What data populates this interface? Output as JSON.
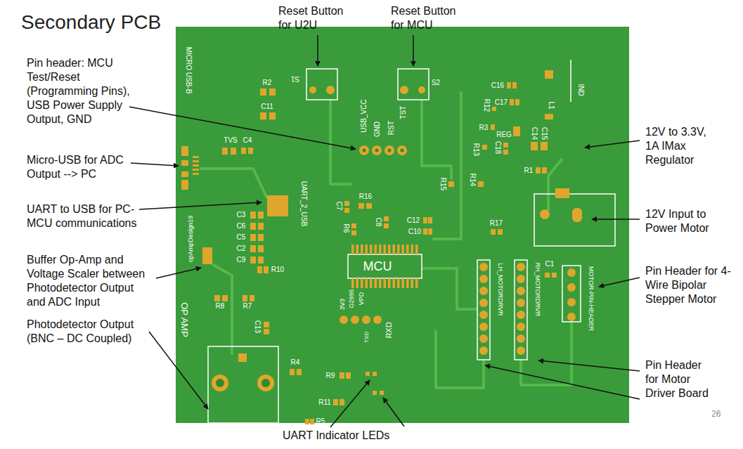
{
  "diagram": {
    "title": "Secondary PCB",
    "labels": [
      "Reset Button for U2U",
      "Reset Button for MCU",
      "Pin header: MCU Test/Reset (Programming Pins), USB Power Supply Output, GND",
      "Micro-USB for ADC Output --> PC",
      "UART to USB for PC-MCU communications",
      "Buffer Op-Amp and Voltage Scaler between Photodetector Output and ADC Input",
      "Photodetector Output (BNC – DC Coupled)",
      "UART Indicator LEDs",
      "12V to 3.3V, 1A IMax Regulator",
      "12V Input to Power Motor",
      "Pin Header for 4-Wire Bipolar Stepper Motor",
      "Pin Header for Motor Driver Board",
      "MICRO USB-B",
      "R2",
      "C11",
      "TVS",
      "C4",
      "S1",
      "USB_VCC",
      "GND",
      "RST",
      "TST",
      "S2",
      "C16",
      "C17",
      "R12",
      "L1",
      "IND",
      "R3",
      "REG",
      "R13",
      "C18",
      "C14",
      "C15",
      "R1",
      "R14",
      "R15",
      "R16",
      "C7",
      "R6",
      "C8",
      "C12",
      "C10",
      "UART_2_USB",
      "C3",
      "C6",
      "C5",
      "C2",
      "C9",
      "R10",
      "opAmpDesign19",
      "OP AMP",
      "R8",
      "R7",
      "C13",
      "R4",
      "G2995",
      "VPD",
      "3V3",
      "MCU",
      "TXD",
      "RXD",
      "R9",
      "R11",
      "R5",
      "LH_MOTORDRVR",
      "RH_MOTORDRVR",
      "R17",
      "C1",
      "MOTOR-PIN-HEADER",
      "26"
    ]
  }
}
